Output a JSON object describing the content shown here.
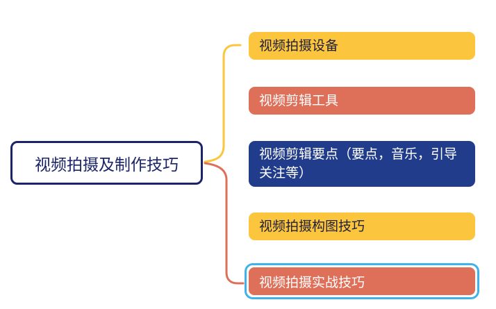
{
  "canvas": {
    "background": "#ffffff"
  },
  "root": {
    "label": "视频拍摄及制作技巧",
    "text_color": "#1B2468",
    "border_color": "#1B2468",
    "background": "#ffffff"
  },
  "branches": [
    {
      "label": "视频拍摄设备",
      "background": "#FBC53D",
      "text_color": "#20203A",
      "selected": false
    },
    {
      "label": "视频剪辑工具",
      "background": "#DE6F58",
      "text_color": "#ffffff",
      "selected": false
    },
    {
      "label": "视频剪辑要点（要点，音乐，引导关注等）",
      "background": "#213C8B",
      "text_color": "#ffffff",
      "selected": false
    },
    {
      "label": "视频拍摄构图技巧",
      "background": "#FBC53D",
      "text_color": "#20203A",
      "selected": false
    },
    {
      "label": "视频拍摄实战技巧",
      "background": "#DE6F58",
      "text_color": "#ffffff",
      "selected": true
    }
  ],
  "connectors": {
    "top_branch_color": "#FBC53D",
    "bottom_branch_color": "#DE6F58"
  },
  "selection": {
    "ring_color": "#3FB2EA"
  }
}
